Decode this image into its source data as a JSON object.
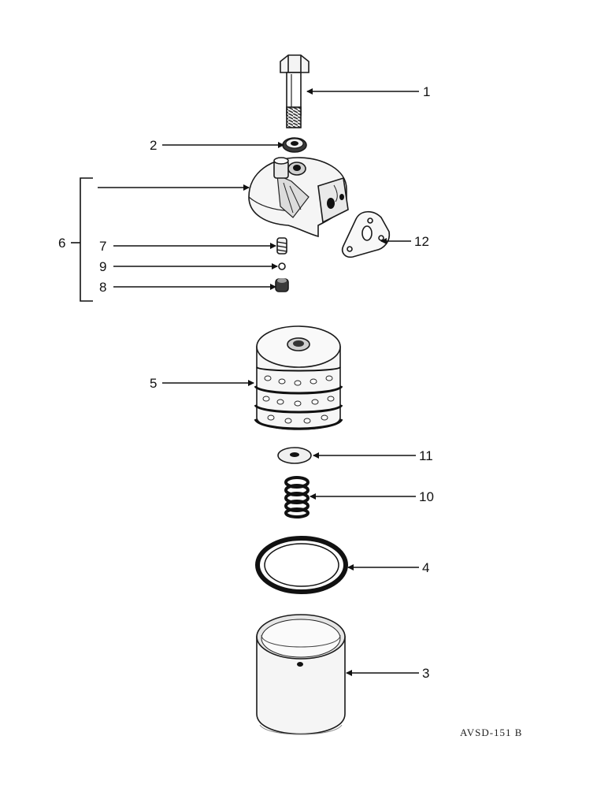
{
  "callouts": [
    {
      "id": "1",
      "label": "1"
    },
    {
      "id": "2",
      "label": "2"
    },
    {
      "id": "3",
      "label": "3"
    },
    {
      "id": "4",
      "label": "4"
    },
    {
      "id": "5",
      "label": "5"
    },
    {
      "id": "6",
      "label": "6"
    },
    {
      "id": "7",
      "label": "7"
    },
    {
      "id": "8",
      "label": "8"
    },
    {
      "id": "9",
      "label": "9"
    },
    {
      "id": "10",
      "label": "10"
    },
    {
      "id": "11",
      "label": "11"
    },
    {
      "id": "12",
      "label": "12"
    }
  ],
  "drawing_code": "AVSD-151 B",
  "colors": {
    "ink": "#1a1a1a",
    "background": "#ffffff",
    "metal_light": "#f2f2f2",
    "metal_dark": "#2b2b2b"
  }
}
